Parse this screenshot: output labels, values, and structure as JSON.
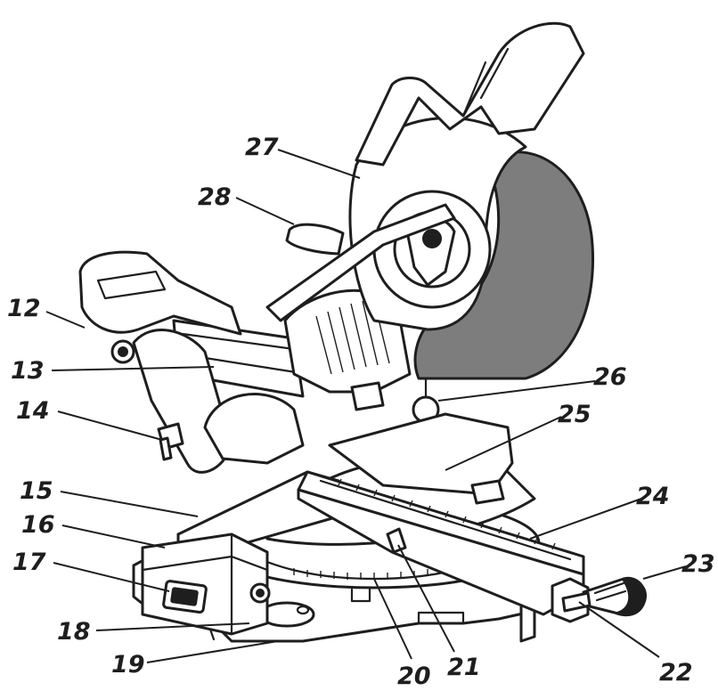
{
  "figure": {
    "colors": {
      "ink": "#1e1e1e",
      "guard": "#7d7d7d",
      "paper": "#ffffff"
    },
    "callouts": [
      {
        "id": "c12",
        "label": "12"
      },
      {
        "id": "c13",
        "label": "13"
      },
      {
        "id": "c14",
        "label": "14"
      },
      {
        "id": "c15",
        "label": "15"
      },
      {
        "id": "c16",
        "label": "16"
      },
      {
        "id": "c17",
        "label": "17"
      },
      {
        "id": "c18",
        "label": "18"
      },
      {
        "id": "c19",
        "label": "19"
      },
      {
        "id": "c20",
        "label": "20"
      },
      {
        "id": "c21",
        "label": "21"
      },
      {
        "id": "c22",
        "label": "22"
      },
      {
        "id": "c23",
        "label": "23"
      },
      {
        "id": "c24",
        "label": "24"
      },
      {
        "id": "c25",
        "label": "25"
      },
      {
        "id": "c26",
        "label": "26"
      },
      {
        "id": "c27",
        "label": "27"
      },
      {
        "id": "c28",
        "label": "28"
      }
    ]
  }
}
